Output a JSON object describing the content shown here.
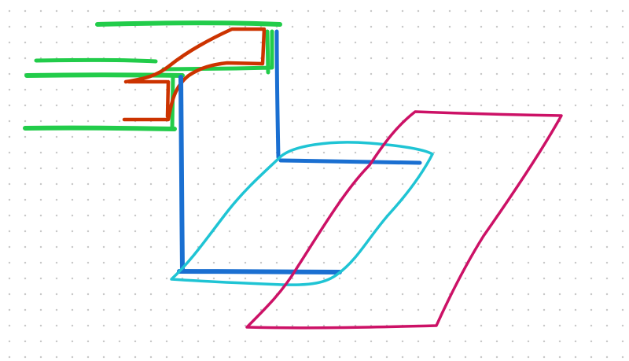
{
  "whiteboard": {
    "colors": {
      "green": "#22cc4a",
      "orange_red": "#cc3300",
      "blue": "#1a6fd1",
      "cyan": "#1fc4d4",
      "magenta": "#cc1166",
      "dot_grid": "#c9c9c9",
      "background": "#ffffff"
    },
    "strokes": [
      {
        "name": "green-line-top",
        "color": "green"
      },
      {
        "name": "green-line-2",
        "color": "green"
      },
      {
        "name": "green-line-3",
        "color": "green"
      },
      {
        "name": "green-line-4",
        "color": "green"
      },
      {
        "name": "green-bracket",
        "color": "green"
      },
      {
        "name": "orange-ribbon",
        "color": "orange_red"
      },
      {
        "name": "blue-vertical-left",
        "color": "blue"
      },
      {
        "name": "blue-vertical-right",
        "color": "blue"
      },
      {
        "name": "blue-horizontal-bottom",
        "color": "blue"
      },
      {
        "name": "blue-horizontal-top",
        "color": "blue"
      },
      {
        "name": "cyan-wave-plane",
        "color": "cyan"
      },
      {
        "name": "magenta-plane",
        "color": "magenta"
      }
    ]
  }
}
